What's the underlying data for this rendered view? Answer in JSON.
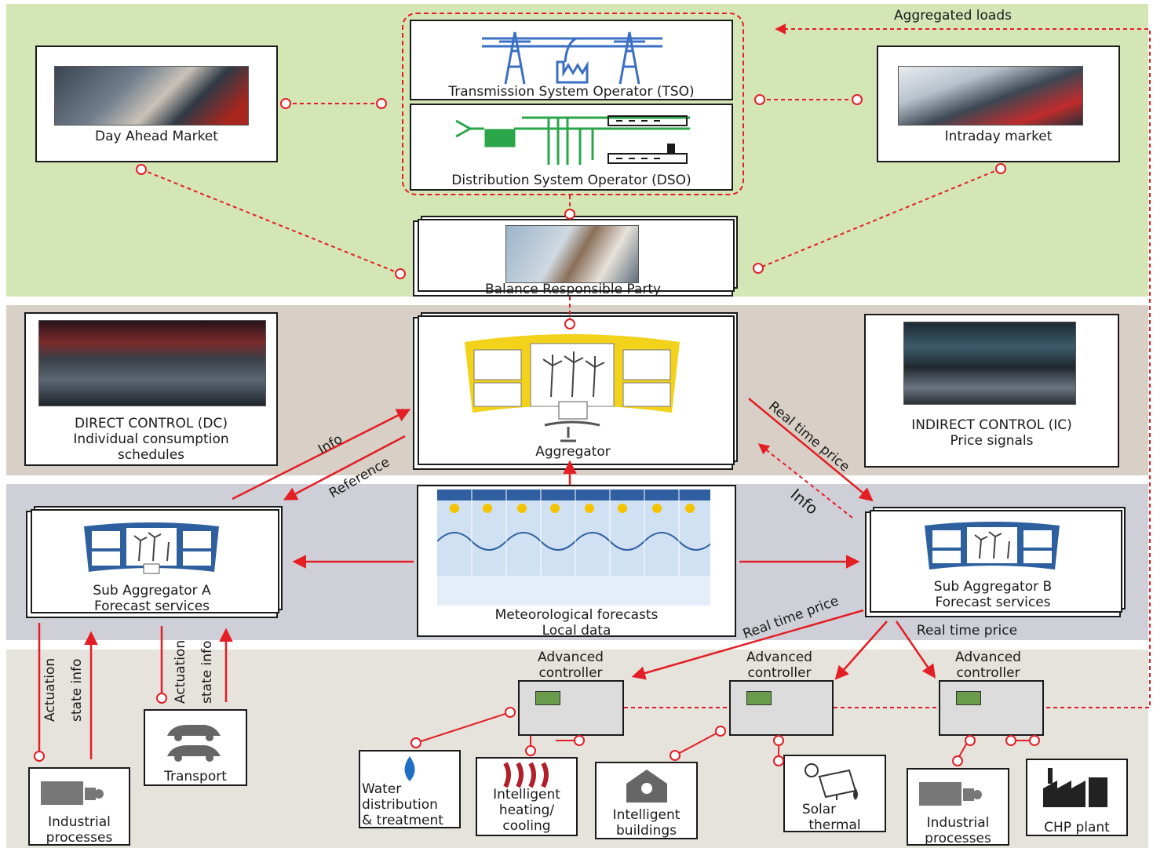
{
  "top": {
    "aggregated_loads": "Aggregated loads",
    "day_ahead": "Day Ahead Market",
    "tso": "Transmission System Operator (TSO)",
    "dso": "Distribution System Operator (DSO)",
    "intraday": "Intraday market",
    "brp": "Balance Responsible Party"
  },
  "middle": {
    "dc_line1": "DIRECT CONTROL (DC)",
    "dc_line2": "Individual consumption",
    "dc_line3": "schedules",
    "aggregator": "Aggregator",
    "ic_line1": "INDIRECT CONTROL (IC)",
    "ic_line2": "Price signals",
    "info_left": "Info",
    "reference": "Reference",
    "realtime_top": "Real time price",
    "info_right": "Info"
  },
  "sub": {
    "a_line1": "Sub Aggregator A",
    "a_line2": "Forecast services",
    "met_line1": "Meteorological forecasts",
    "met_line2": "Local data",
    "b_line1": "Sub Aggregator B",
    "b_line2": "Forecast services",
    "realtime_left": "Real time price",
    "realtime_right": "Real time price"
  },
  "bottom": {
    "actuation": "Actuation",
    "state_info": "state info",
    "transport": "Transport",
    "industrial_line1": "Industrial",
    "industrial_line2": "processes",
    "adv_line1": "Advanced",
    "adv_line2": "controller",
    "water_line1": "Water",
    "water_line2": "distribution",
    "water_line3": "& treatment",
    "heating_line1": "Intelligent",
    "heating_line2": "heating/",
    "heating_line3": "cooling",
    "buildings_line1": "Intelligent",
    "buildings_line2": "buildings",
    "solar_line1": "Solar",
    "solar_line2": "thermal",
    "chp": "CHP plant"
  },
  "colors": {
    "top_band": "#d4e6b5",
    "mid_band": "#d8cfc6",
    "sub_band": "#cfd0d7",
    "bottom_band": "#e6e2dc",
    "link_red": "#e31e24",
    "icon_yellow": "#f2d21b",
    "icon_blue": "#2e5f9e",
    "tso_blue": "#3a6fc4",
    "dso_green": "#2aa54a"
  },
  "icons": [
    "pylon-icon",
    "wind-turbine-icon",
    "controller-icon",
    "water-drop-icon",
    "heating-icon",
    "house-bulb-icon",
    "solar-panel-icon",
    "factory-icon",
    "car-icon",
    "motor-icon"
  ]
}
